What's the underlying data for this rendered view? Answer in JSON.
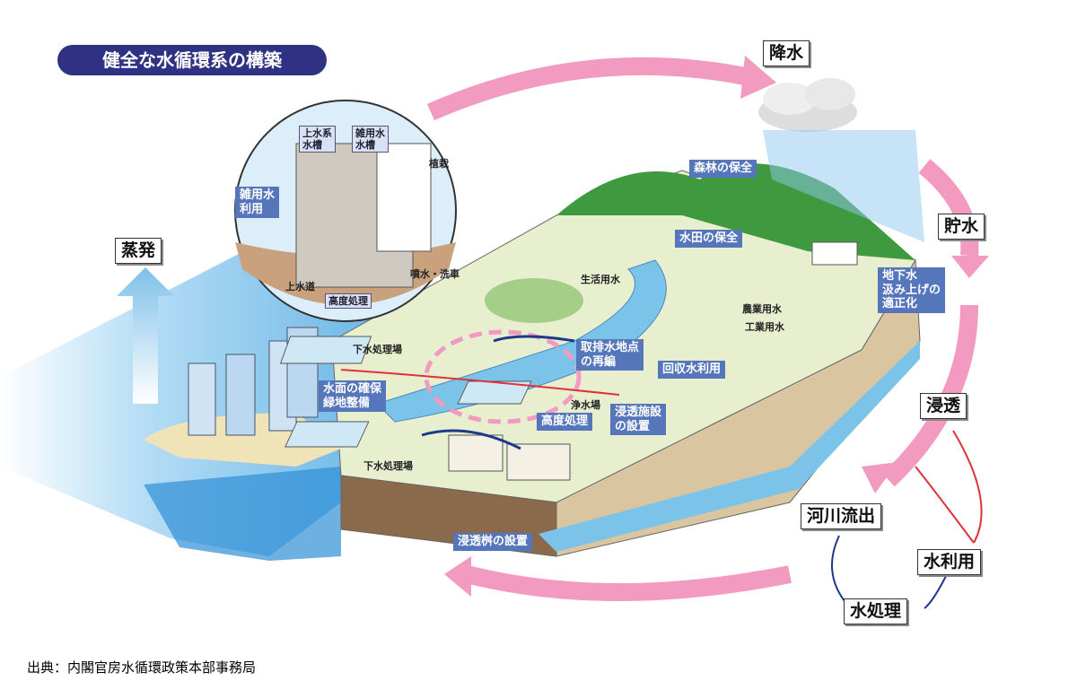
{
  "title": "健全な水循環系の構築",
  "cycle": {
    "precipitation": "降水",
    "evaporation": "蒸発",
    "storage": "貯水",
    "infiltration": "浸透",
    "river_runoff": "河川流出",
    "water_use": "水利用",
    "water_treatment": "水処理"
  },
  "building_inset": {
    "potable_tank": "上水系\n水槽",
    "gray_tank": "雑用水\n水槽",
    "planting": "植栽",
    "gray_water_use": "雑用水\n利用",
    "water_supply": "上水道",
    "advanced_treatment": "高度処理",
    "fountain_carwash": "噴水・洗車"
  },
  "measures": {
    "forest": "森林の保全",
    "paddy": "水田の保全",
    "groundwater": "地下水\n汲み上げの\n適正化",
    "intake_outfall": "取排水地点\nの再編",
    "recycled": "回収水利用",
    "waterfront": "水面の確保\n緑地整備",
    "advanced": "高度処理",
    "infiltration_facility": "浸透施設\nの設置",
    "infiltration_basin": "浸透桝の設置"
  },
  "places": {
    "domestic": "生活用水",
    "agri": "農業用水",
    "industrial": "工業用水",
    "sewage1": "下水処理場",
    "sewage2": "下水処理場",
    "purification": "浄水場"
  },
  "citation": "出典：内閣官房水循環政策本部事務局",
  "colors": {
    "cycle_arrow": "#f29ac0",
    "label_blue": "#5676bb",
    "title_bg": "#2f3182",
    "river": "#7cc3ea"
  }
}
